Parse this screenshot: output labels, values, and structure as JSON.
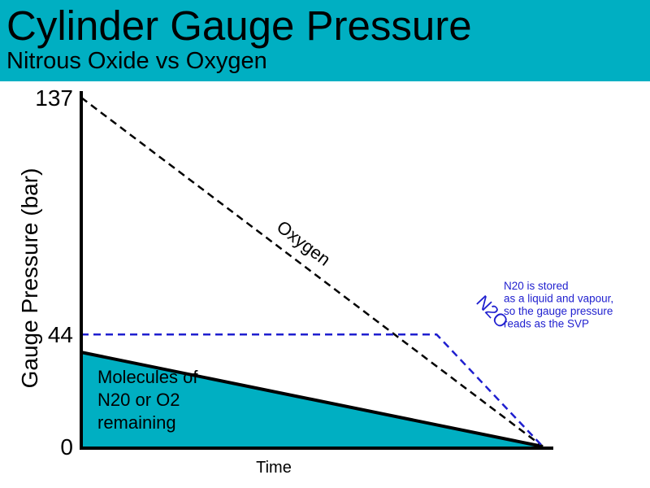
{
  "header": {
    "title": "Cylinder Gauge Pressure",
    "subtitle": "Nitrous Oxide vs Oxygen",
    "band_color": "#00afc2"
  },
  "chart_data": {
    "type": "line",
    "title": "Cylinder Gauge Pressure",
    "subtitle": "Nitrous Oxide vs Oxygen",
    "xlabel": "Time",
    "ylabel": "Gauge Pressure (bar)",
    "ylim": [
      0,
      137
    ],
    "yticks": [
      0,
      44,
      137
    ],
    "xlim": [
      0,
      100
    ],
    "grid": false,
    "series": [
      {
        "name": "Oxygen",
        "style": "dashed",
        "color": "#000000",
        "x": [
          0,
          100
        ],
        "y": [
          137,
          0
        ]
      },
      {
        "name": "N2O",
        "style": "dashed",
        "color": "#1f1fcf",
        "x": [
          0,
          77,
          100
        ],
        "y": [
          44,
          44,
          0
        ]
      }
    ],
    "area": {
      "label": [
        "Molecules of",
        "N20 or O2",
        "remaining"
      ],
      "color": "#00afc2",
      "x": [
        0,
        100
      ],
      "y": [
        37,
        0
      ]
    },
    "annotation": {
      "lines": [
        "N20 is stored",
        "as a liquid and vapour,",
        "so the gauge pressure",
        "reads as the SVP"
      ],
      "color": "#1f1fcf"
    }
  }
}
